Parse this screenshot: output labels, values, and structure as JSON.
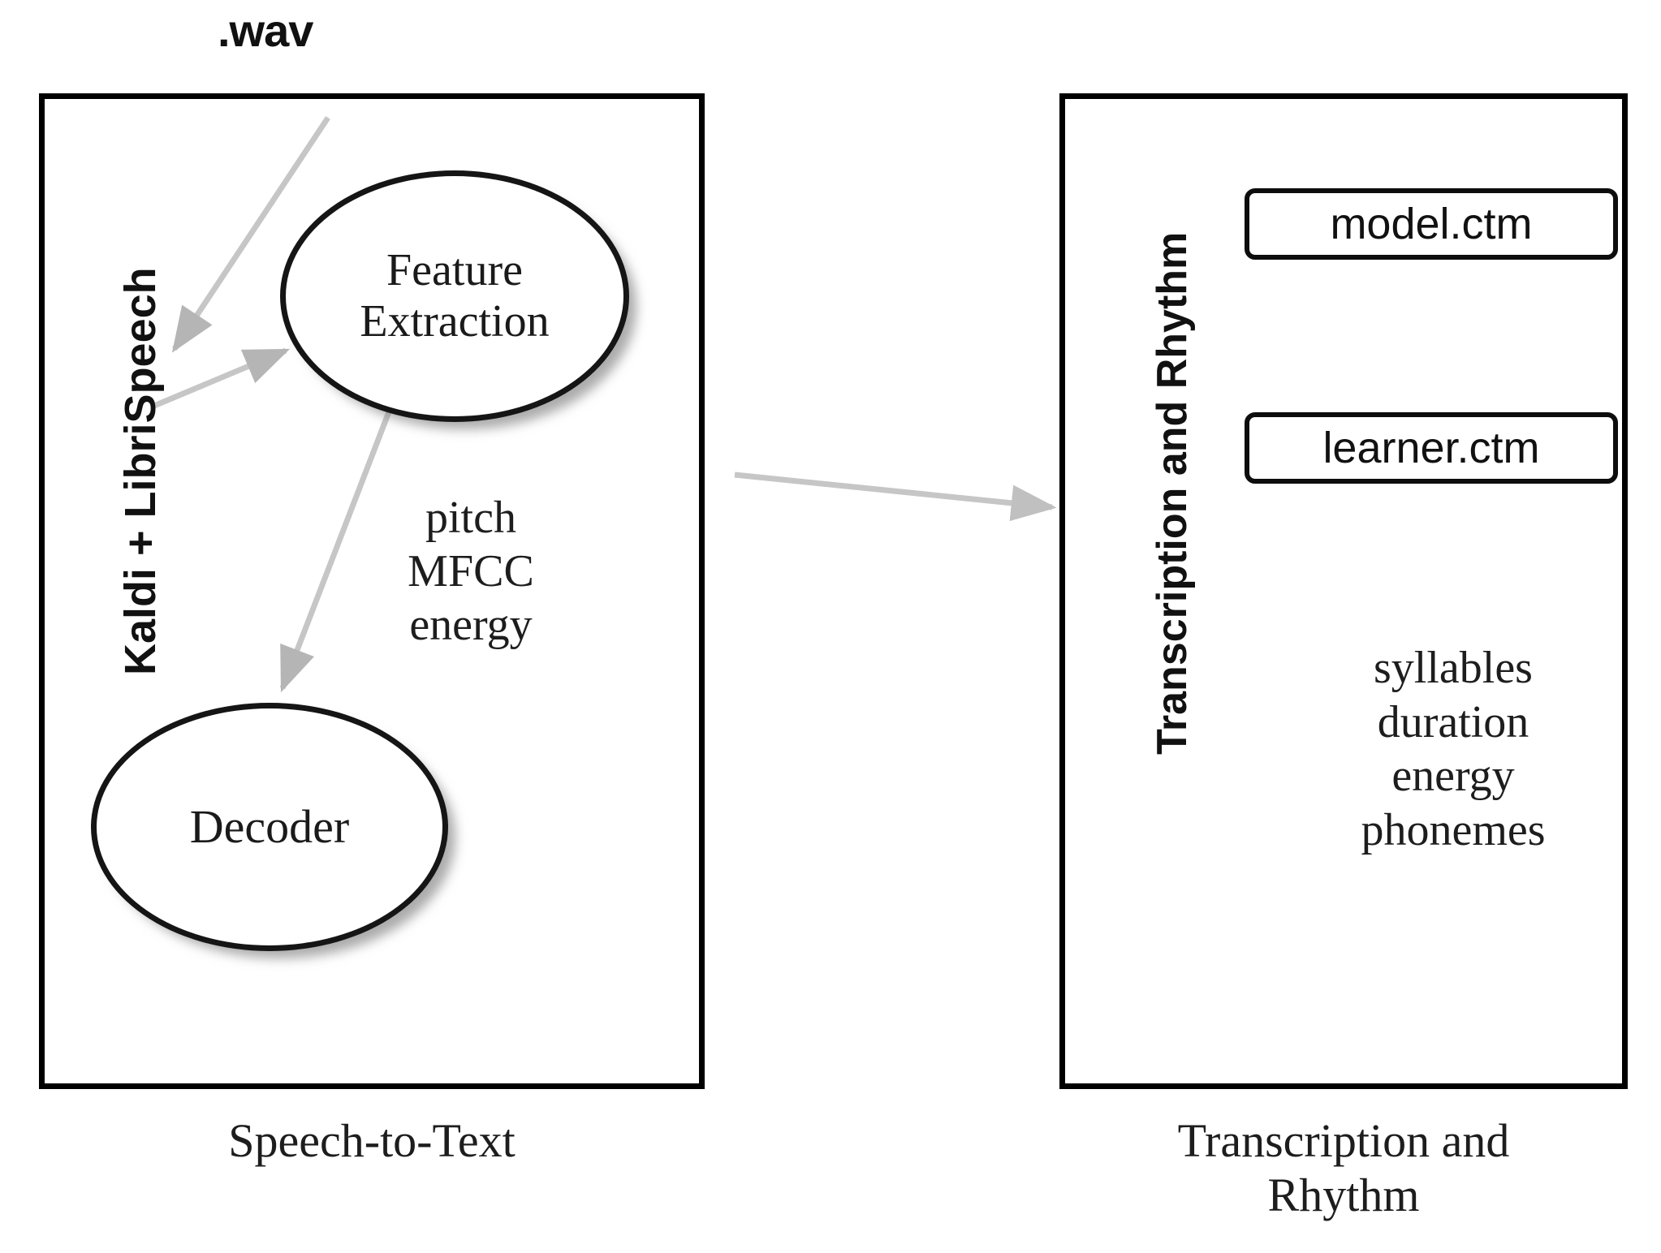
{
  "diagram": {
    "title_top_label": ".wav",
    "left_panel": {
      "side_label": "Kaldi + LibriSpeech",
      "nodes": [
        {
          "id": "feature-extraction",
          "line1": "Feature",
          "line2": "Extraction",
          "shape": "ellipse"
        },
        {
          "id": "decoder",
          "line1": "Decoder",
          "shape": "ellipse"
        }
      ],
      "feature_list": [
        "pitch",
        "MFCC",
        "energy"
      ],
      "caption": "Speech-to-Text"
    },
    "right_panel": {
      "side_label": "Transcription and Rhythm",
      "files": [
        {
          "id": "model-ctm",
          "label": "model.ctm"
        },
        {
          "id": "learner-ctm",
          "label": "learner.ctm"
        }
      ],
      "rhythm_list": [
        "syllables",
        "duration",
        "energy",
        "phonemes"
      ],
      "caption_line1": "Transcription and",
      "caption_line2": "Rhythm"
    },
    "connectors": [
      {
        "id": "wav-to-box",
        "from": ".wav",
        "to": "Speech-to-Text panel"
      },
      {
        "id": "input-to-feature-extraction",
        "from": "input",
        "to": "Feature Extraction"
      },
      {
        "id": "feature-extraction-to-decoder",
        "from": "Feature Extraction",
        "to": "Decoder"
      },
      {
        "id": "stt-to-transcription",
        "from": "Speech-to-Text",
        "to": "Transcription and Rhythm"
      }
    ],
    "colors": {
      "stroke": "#000000",
      "arrow": "#b9b9b9",
      "text": "#1d1d1d",
      "background": "#ffffff"
    }
  }
}
